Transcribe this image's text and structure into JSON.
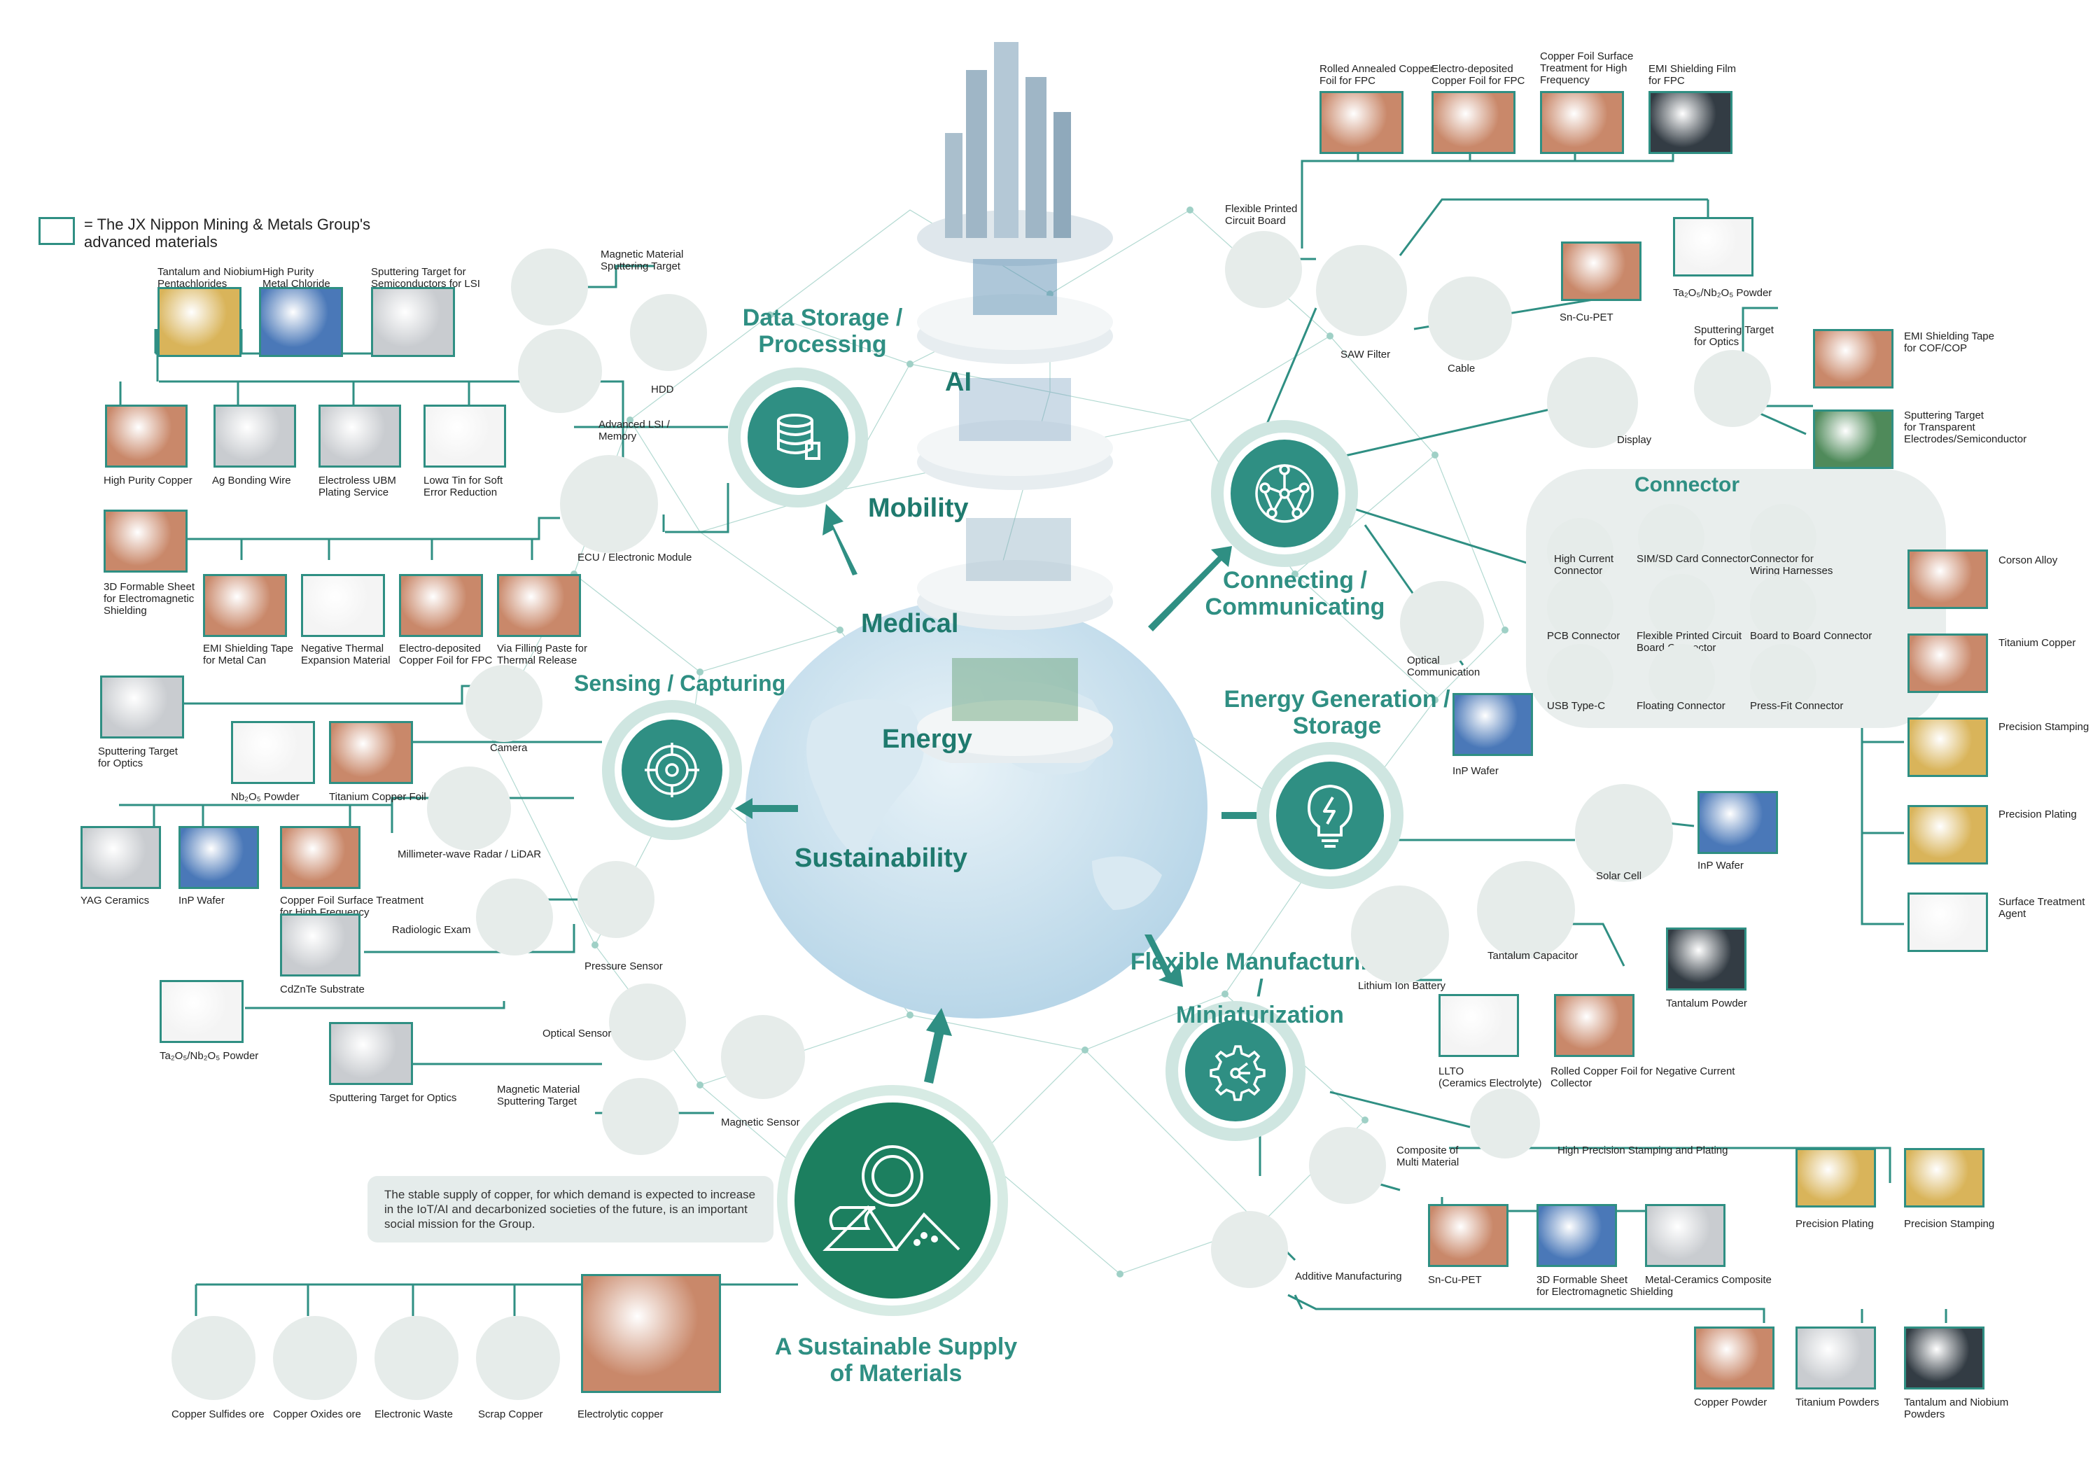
{
  "legend": {
    "text": "= The JX Nippon Mining & Metals Group's\nadvanced materials"
  },
  "colors": {
    "brand_teal": "#2f8f83",
    "dark_green": "#1f7a6e",
    "line": "#2f8f83",
    "globe": "#cfe3ee"
  },
  "center_tags": {
    "ai": "AI",
    "mobility": "Mobility",
    "medical": "Medical",
    "energy": "Energy",
    "sustainability": "Sustainability"
  },
  "hubs": {
    "data_storage": "Data Storage /\nProcessing",
    "connecting": "Connecting /\nCommunicating",
    "sensing": "Sensing / Capturing",
    "energy": "Energy Generation /\nStorage",
    "flexible": "Flexible Manufacturing /\nMiniaturization",
    "supply": "A Sustainable Supply\nof Materials"
  },
  "note": "The stable supply of copper, for which demand is expected to increase\nin the IoT/AI and decarbonized societies of the future, is an important\nsocial mission for the Group.",
  "connector_title": "Connector",
  "labels": {
    "tantalum_niobium_pentachlorides": "Tantalum and Niobium\nPentachlorides",
    "high_purity_metal_chloride": "High Purity\nMetal Chloride",
    "sputtering_target_lsi": "Sputtering Target for\nSemiconductors for LSI",
    "magnetic_sputtering_target_top": "Magnetic Material\nSputtering Target",
    "hdd": "HDD",
    "advanced_lsi": "Advanced LSI /\nMemory",
    "high_purity_copper": "High Purity Copper",
    "ag_bonding_wire": "Ag Bonding Wire",
    "electroless_ubm": "Electroless UBM\nPlating Service",
    "low_alpha_tin": "Lowα Tin for Soft\nError Reduction",
    "ecu": "ECU / Electronic Module",
    "formable_sheet_3d": "3D Formable Sheet\nfor Electromagnetic\nShielding",
    "emi_tape_metal_can": "EMI Shielding Tape\nfor Metal Can",
    "negative_thermal": "Negative Thermal\nExpansion Material",
    "ed_copper_fpc_left": "Electro-deposited\nCopper Foil for FPC",
    "via_filling": "Via Filling Paste for\nThermal Release",
    "sputtering_optics_left": "Sputtering Target\nfor Optics",
    "camera": "Camera",
    "nb2o5_powder": "Nb₂O₅ Powder",
    "titanium_copper_foil": "Titanium Copper Foil",
    "mmwave_radar": "Millimeter-wave Radar / LiDAR",
    "yag_ceramics": "YAG Ceramics",
    "inp_wafer_left": "InP Wafer",
    "copper_foil_surface_left": "Copper Foil Surface Treatment\nfor High Frequency",
    "radiologic_exam": "Radiologic Exam",
    "pressure_sensor": "Pressure Sensor",
    "cdznte": "CdZnTe Substrate",
    "ta2o5_left": "Ta₂O₅/Nb₂O₅ Powder",
    "optical_sensor": "Optical Sensor",
    "sputtering_optics_bottom": "Sputtering Target for Optics",
    "magnetic_sputtering_bottom": "Magnetic Material\nSputtering Target",
    "magnetic_sensor": "Magnetic Sensor",
    "rolled_annealed": "Rolled Annealed Copper\nFoil for FPC",
    "ed_copper_fpc_top": "Electro-deposited\nCopper Foil for FPC",
    "copper_surface_top": "Copper Foil Surface\nTreatment for High\nFrequency",
    "emi_film_fpc": "EMI Shielding Film\nfor FPC",
    "fpc_board": "Flexible Printed\nCircuit Board",
    "saw_filter": "SAW Filter",
    "cable": "Cable",
    "sn_cu_pet_top": "Sn-Cu-PET",
    "ta2o5_right": "Ta₂O₅/Nb₂O₅ Powder",
    "sputtering_optics_right": "Sputtering Target\nfor Optics",
    "emi_tape_cof": "EMI Shielding Tape\nfor COF/COP",
    "display": "Display",
    "sputtering_transparent": "Sputtering Target\nfor Transparent Electrodes/Semiconductor",
    "high_current": "High Current\nConnector",
    "sim_sd": "SIM/SD Card Connector",
    "wiring_harness": "Connector for\nWiring Harnesses",
    "pcb_connector": "PCB Connector",
    "fpc_connector": "Flexible Printed Circuit\nBoard Connector",
    "b2b_connector": "Board to Board Connector",
    "usb_c": "USB Type-C",
    "floating_connector": "Floating Connector",
    "press_fit": "Press-Fit Connector",
    "corson_alloy": "Corson Alloy",
    "titanium_copper": "Titanium Copper",
    "precision_stamping_r": "Precision Stamping",
    "precision_plating_r": "Precision Plating",
    "surface_treatment": "Surface Treatment\nAgent",
    "optical_comm": "Optical\nCommunication",
    "inp_wafer_mid": "InP Wafer",
    "solar_cell": "Solar Cell",
    "inp_wafer_right": "InP Wafer",
    "tantalum_capacitor": "Tantalum Capacitor",
    "lithium_battery": "Lithium Ion Battery",
    "tantalum_powder": "Tantalum Powder",
    "llto": "LLTO\n(Ceramics Electrolyte)",
    "rolled_copper_negative": "Rolled Copper Foil for Negative Current Collector",
    "composite_multi": "Composite of\nMulti Material",
    "high_precision": "High Precision Stamping and Plating",
    "precision_plating_b": "Precision Plating",
    "precision_stamping_b": "Precision Stamping",
    "additive": "Additive Manufacturing",
    "sn_cu_pet_bottom": "Sn-Cu-PET",
    "formable_sheet_bottom": "3D Formable Sheet\nfor Electromagnetic Shielding",
    "metal_ceramics": "Metal-Ceramics Composite",
    "copper_powder": "Copper Powder",
    "titanium_powders": "Titanium Powders",
    "tantalum_niobium_powders": "Tantalum and Niobium\nPowders",
    "copper_sulfides": "Copper Sulfides ore",
    "copper_oxides": "Copper Oxides ore",
    "electronic_waste": "Electronic Waste",
    "scrap_copper": "Scrap Copper",
    "electrolytic_copper": "Electrolytic copper"
  }
}
